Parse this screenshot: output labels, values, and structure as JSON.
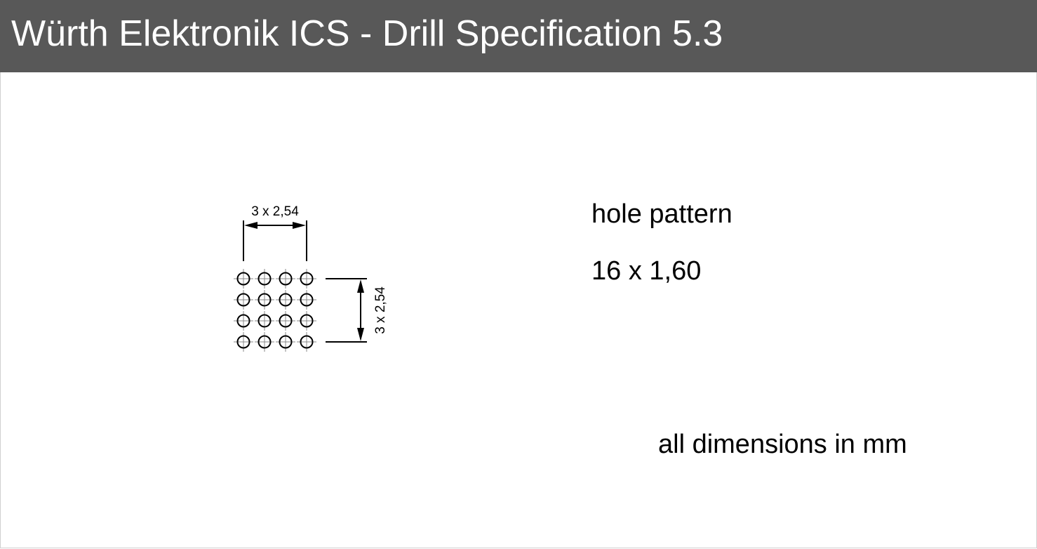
{
  "header": {
    "title": "Würth Elektronik ICS - Drill Specification 5.3"
  },
  "drawing": {
    "hole_grid": {
      "rows": 4,
      "cols": 4
    },
    "dim_horizontal": "3 x 2,54",
    "dim_vertical": "3 x 2,54"
  },
  "info": {
    "label": "hole pattern",
    "value": "16 x 1,60",
    "units_note": "all dimensions in mm"
  },
  "colors": {
    "header_bg": "#585858",
    "header_text": "#ffffff"
  }
}
